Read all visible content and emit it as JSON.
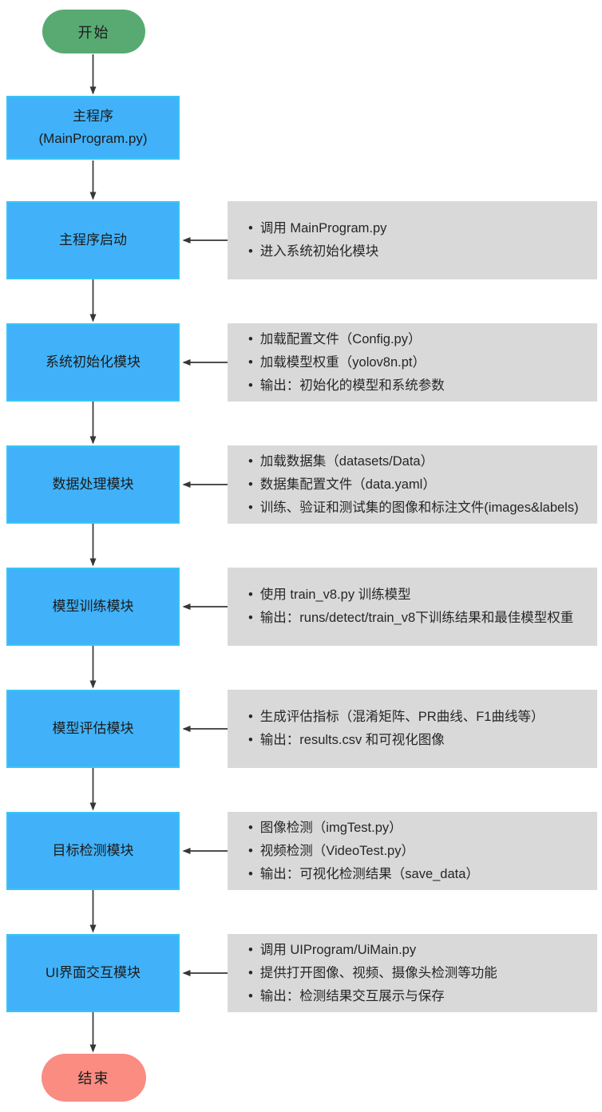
{
  "start_label": "开始",
  "end_label": "结束",
  "bullet_char": "•",
  "main_box": {
    "line1": "主程序",
    "line2": "(MainProgram.py)"
  },
  "rows": [
    {
      "box": "主程序启动",
      "notes": [
        "调用 MainProgram.py",
        "进入系统初始化模块"
      ]
    },
    {
      "box": "系统初始化模块",
      "notes": [
        "加载配置文件（Config.py）",
        "加载模型权重（yolov8n.pt）",
        "输出：初始化的模型和系统参数"
      ]
    },
    {
      "box": "数据处理模块",
      "notes": [
        "加载数据集（datasets/Data）",
        "数据集配置文件（data.yaml）",
        "训练、验证和测试集的图像和标注文件(images&labels)"
      ]
    },
    {
      "box": "模型训练模块",
      "notes": [
        "使用 train_v8.py 训练模型",
        "输出：runs/detect/train_v8下训练结果和最佳模型权重"
      ]
    },
    {
      "box": "模型评估模块",
      "notes": [
        "生成评估指标（混淆矩阵、PR曲线、F1曲线等）",
        "输出：results.csv 和可视化图像"
      ]
    },
    {
      "box": "目标检测模块",
      "notes": [
        "图像检测（imgTest.py）",
        "视频检测（VideoTest.py）",
        "输出：可视化检测结果（save_data）"
      ]
    },
    {
      "box": "UI界面交互模块",
      "notes": [
        "调用 UIProgram/UiMain.py",
        "提供打开图像、视频、摄像头检测等功能",
        "输出：检测结果交互展示与保存"
      ]
    }
  ],
  "colors": {
    "start_fill": "#58AA72",
    "process_fill": "#41B2F9",
    "process_border": "#38C5F6",
    "note_fill": "#D9D9D9",
    "end_fill": "#FA8C82",
    "arrow": "#363636",
    "text": "#262626"
  }
}
